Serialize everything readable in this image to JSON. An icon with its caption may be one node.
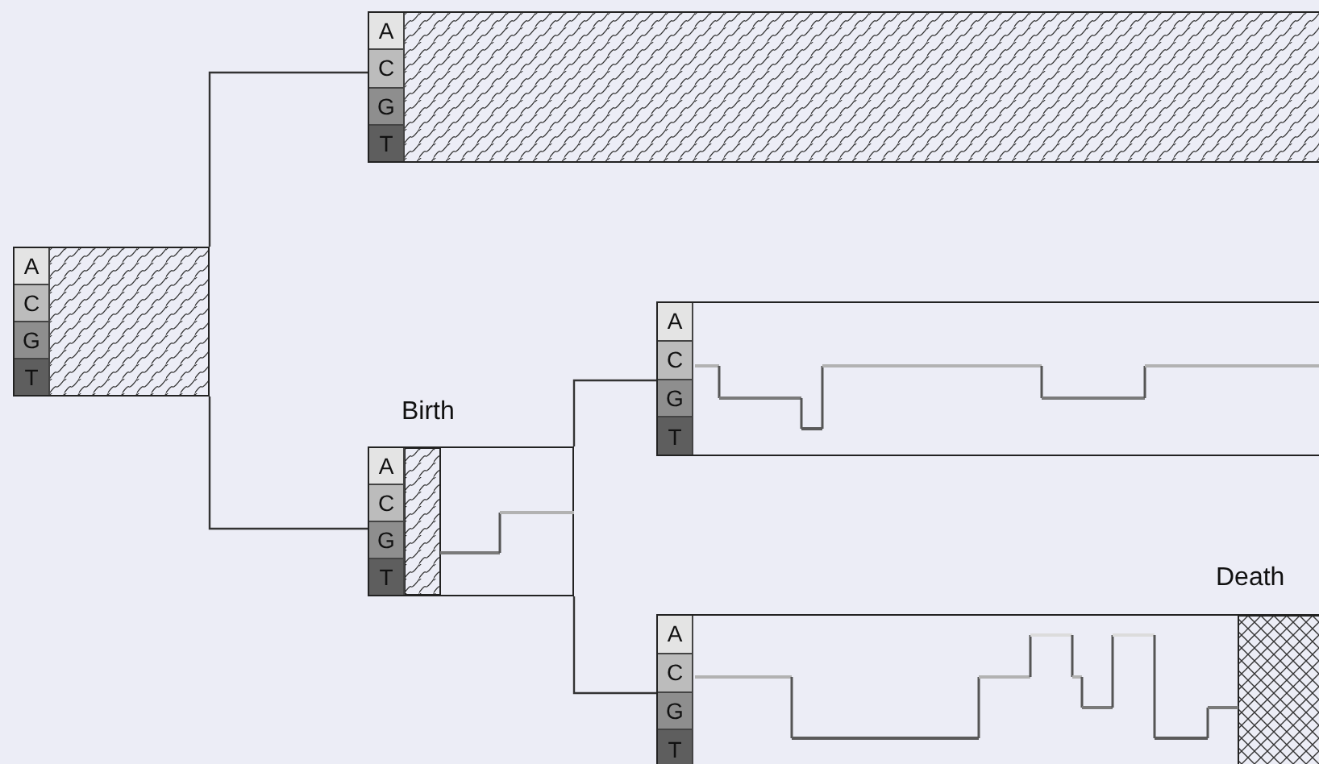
{
  "diagram": {
    "nodes": [
      {
        "text": [
          "A",
          "C",
          "G",
          "T"
        ]
      },
      {
        "text": [
          "A",
          "C",
          "G",
          "T"
        ]
      },
      {
        "text": [
          "A",
          "C",
          "G",
          "T"
        ],
        "beside": [
          "Birth"
        ]
      },
      {
        "text": [
          "A",
          "C",
          "G",
          "T"
        ]
      },
      {
        "text": [
          "A",
          "C",
          "G",
          "T"
        ],
        "beside": [
          "Death"
        ]
      }
    ],
    "edges": [
      {
        "from": 0,
        "to": 1,
        "arrow": "none"
      },
      {
        "from": 0,
        "to": 2,
        "arrow": "none"
      },
      {
        "from": 2,
        "to": 3,
        "arrow": "none"
      },
      {
        "from": 2,
        "to": 4,
        "arrow": "none"
      }
    ]
  }
}
